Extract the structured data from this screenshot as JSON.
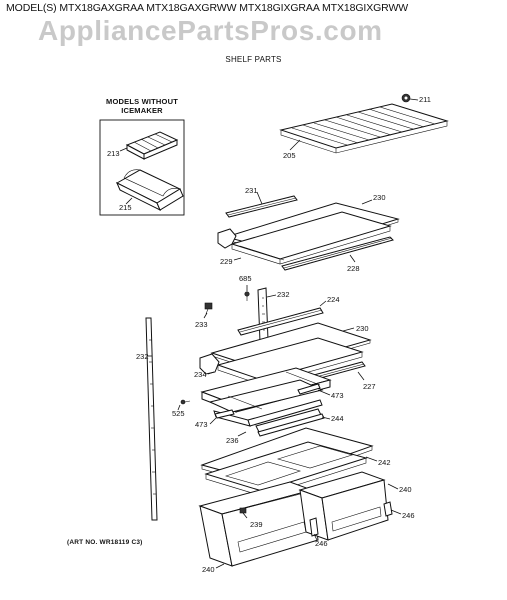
{
  "header": {
    "prefix": "MODEL(S)",
    "models": [
      "MTX18GAXGRAA",
      "MTX18GAXGRWW",
      "MTX18GIXGRAA",
      "MTX18GIXGRWW"
    ]
  },
  "watermark": "AppliancePartsPros.com",
  "subtitle": "SHELF PARTS",
  "variant_title": "MODELS WITHOUT ICEMAKER",
  "art_number": "(ART NO. WR18119 C3)",
  "part_labels": {
    "p211": "211",
    "p205": "205",
    "p213": "213",
    "p215": "215",
    "p231": "231",
    "p230a": "230",
    "p229": "229",
    "p228": "228",
    "p685": "685",
    "p232a": "232",
    "p224": "224",
    "p233": "233",
    "p230b": "230",
    "p232b": "232",
    "p234": "234",
    "p227": "227",
    "p473a": "473",
    "p525": "525",
    "p244": "244",
    "p473b": "473",
    "p236": "236",
    "p242": "242",
    "p240a": "240",
    "p246a": "246",
    "p239": "239",
    "p246b": "246",
    "p240b": "240"
  }
}
